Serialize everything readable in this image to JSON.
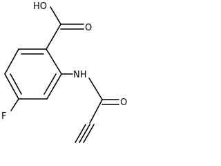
{
  "molecule": {
    "atom_labels": {
      "hydroxyl": "HO",
      "carbonyl_oxygen_acid": "O",
      "amide_nh": "NH",
      "carbonyl_oxygen_amide": "O",
      "fluorine": "F"
    }
  },
  "colors": {
    "background": "#ffffff",
    "bond": "#000000",
    "label": "#000000"
  }
}
